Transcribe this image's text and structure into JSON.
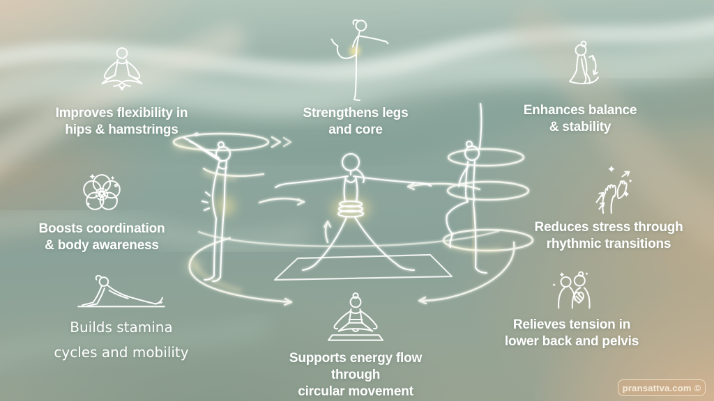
{
  "title_implied": "Yoga flow benefits infographic",
  "colors": {
    "line": "#ffffff",
    "glow_accent": "#f3e4a0",
    "text": "#ffffff",
    "background_teal": "#8ca49c",
    "background_peach": "#d8bb9b",
    "watermark_bg": "#d5ae86",
    "watermark_border": "#f2e6cf",
    "watermark_text": "#f4ecdb"
  },
  "benefits": [
    {
      "position": "top-left",
      "icon": "lotus-pose-icon",
      "label": "Improves flexibility in\nhips & hamstrings"
    },
    {
      "position": "top-center",
      "icon": "leg-raise-icon",
      "label": "Strengthens legs\nand core"
    },
    {
      "position": "top-right",
      "icon": "kneeling-pose-icon",
      "label": "Enhances balance\n& stability"
    },
    {
      "position": "mid-left",
      "icon": "flower-icon",
      "label": "Boosts coordination\n& body awareness"
    },
    {
      "position": "mid-right",
      "icon": "hands-release-icon",
      "label": "Reduces stress through\nrhythmic transitions"
    },
    {
      "position": "bottom-left",
      "icon": "sphinx-stretch-icon",
      "label": "Builds stamina\ncycles and mobility"
    },
    {
      "position": "bottom-center",
      "icon": "seated-meditation-icon",
      "label": "Supports energy flow through\ncircular movement"
    },
    {
      "position": "bottom-right",
      "icon": "embrace-heart-icon",
      "label": "Relieves tension in\nlower back and pelvis"
    }
  ],
  "center_illustration": {
    "figures": [
      "standing-backbend-figure",
      "warrior-pose-figure",
      "tree-pose-figure"
    ],
    "elements": [
      "spiral-energy-rings",
      "circular-flow-arrows",
      "yoga-mat",
      "waist-glow",
      "hip-glow",
      "leg-glow"
    ]
  },
  "watermark": {
    "label": "pransattva.com ©"
  }
}
